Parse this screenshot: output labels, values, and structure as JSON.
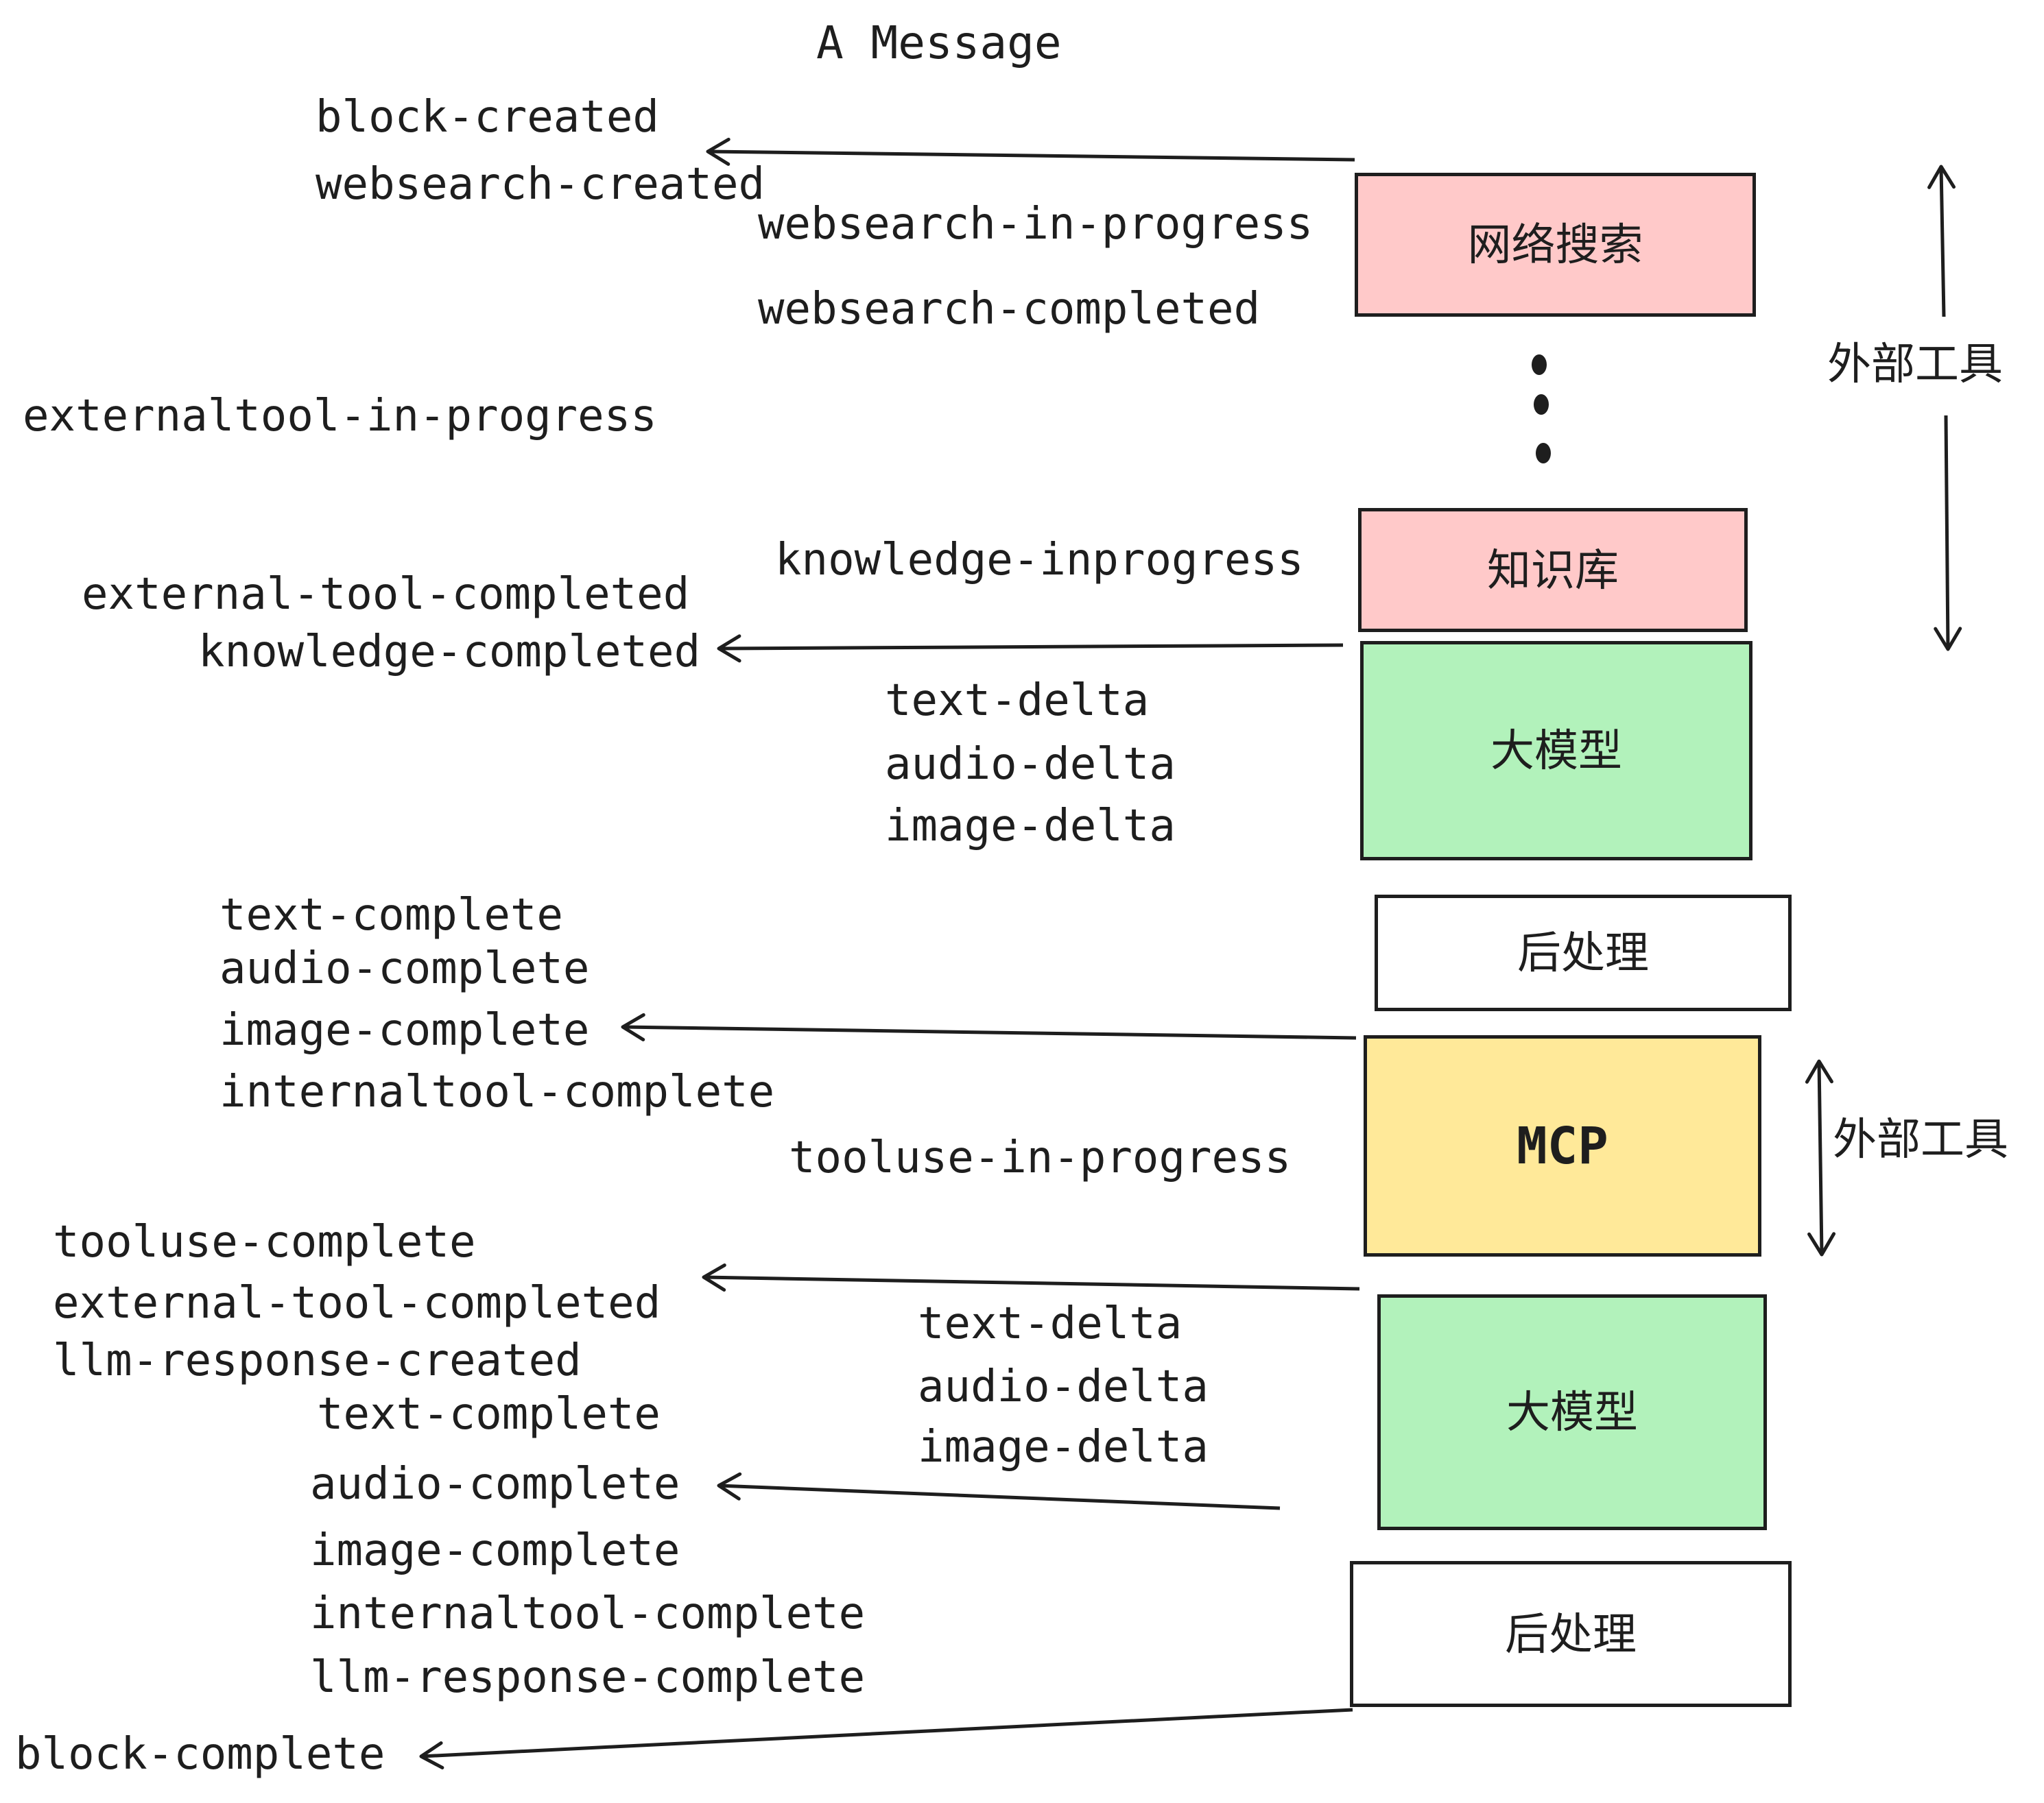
{
  "title": "A Message",
  "events": [
    "block-created",
    "websearch-created",
    "websearch-in-progress",
    "websearch-completed",
    "externaltool-in-progress",
    "knowledge-inprogress",
    "external-tool-completed",
    "knowledge-completed",
    "text-delta",
    "audio-delta",
    "image-delta",
    "text-complete",
    "audio-complete",
    "image-complete",
    "internaltool-complete",
    "tooluse-in-progress",
    "tooluse-complete",
    "external-tool-completed",
    "llm-response-created",
    "text-complete",
    "audio-complete",
    "image-complete",
    "internaltool-complete",
    "llm-response-complete",
    "block-complete",
    "text-delta",
    "audio-delta",
    "image-delta"
  ],
  "nodes": [
    {
      "label": "网络搜索",
      "fill": "#ffc9c9"
    },
    {
      "label": "知识库",
      "fill": "#ffc9c9"
    },
    {
      "label": "大模型",
      "fill": "#b2f2bb"
    },
    {
      "label": "后处理",
      "fill": "#ffffff"
    },
    {
      "label": "MCP",
      "fill": "#ffe999"
    },
    {
      "label": "大模型",
      "fill": "#b2f2bb"
    },
    {
      "label": "后处理",
      "fill": "#ffffff"
    }
  ],
  "side_labels": [
    "外部工具",
    "外部工具"
  ],
  "colors": {
    "pink": "#ffc9c9",
    "green": "#b2f2bb",
    "yellow": "#ffe999",
    "ink": "#1e1e1e",
    "background": "#ffffff"
  }
}
